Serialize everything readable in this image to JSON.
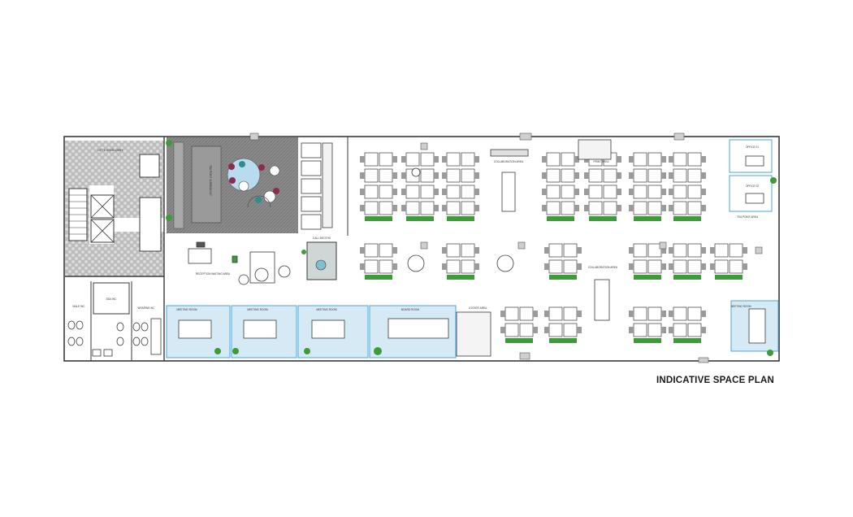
{
  "caption": "INDICATIVE SPACE PLAN",
  "colors": {
    "wall": "#3a3a3a",
    "meeting_fill": "#d6eaf6",
    "meeting_stroke": "#4aa6da",
    "hatch": "#9a9a9a",
    "carpet": "#7d7d7d",
    "desk_plant": "#3f9a3a",
    "chair": "#9b9b9b",
    "teal": "#2e8c8c",
    "maroon": "#8a2c4e"
  },
  "room_labels": [
    {
      "id": "lift-lobby",
      "text": "LIFT & STAIR LOBBY"
    },
    {
      "id": "tea-point",
      "text": "TEA POINT & BREAKOUT"
    },
    {
      "id": "reception",
      "text": "RECEPTION WAITING AREA"
    },
    {
      "id": "call-booths",
      "text": "CALL BOOTHS"
    },
    {
      "id": "male-wc",
      "text": "MALE WC"
    },
    {
      "id": "dda-wc",
      "text": "DDA WC"
    },
    {
      "id": "womens-wc",
      "text": "WOMENS WC"
    },
    {
      "id": "meeting-1",
      "text": "MEETING ROOM"
    },
    {
      "id": "meeting-2",
      "text": "MEETING ROOM"
    },
    {
      "id": "meeting-3",
      "text": "MEETING ROOM"
    },
    {
      "id": "board-room",
      "text": "BOARD ROOM"
    },
    {
      "id": "collab-1",
      "text": "COLLABORATION AREA"
    },
    {
      "id": "collab-2",
      "text": "COLLABORATION AREA"
    },
    {
      "id": "locker-area",
      "text": "LOCKER AREA"
    },
    {
      "id": "print-area",
      "text": "PRINT AREA"
    },
    {
      "id": "office-1",
      "text": "OFFICE 01"
    },
    {
      "id": "office-2",
      "text": "OFFICE 02"
    },
    {
      "id": "meeting-4",
      "text": "MEETING ROOM"
    },
    {
      "id": "tea-point-2",
      "text": "TEA POINT AREA"
    }
  ]
}
